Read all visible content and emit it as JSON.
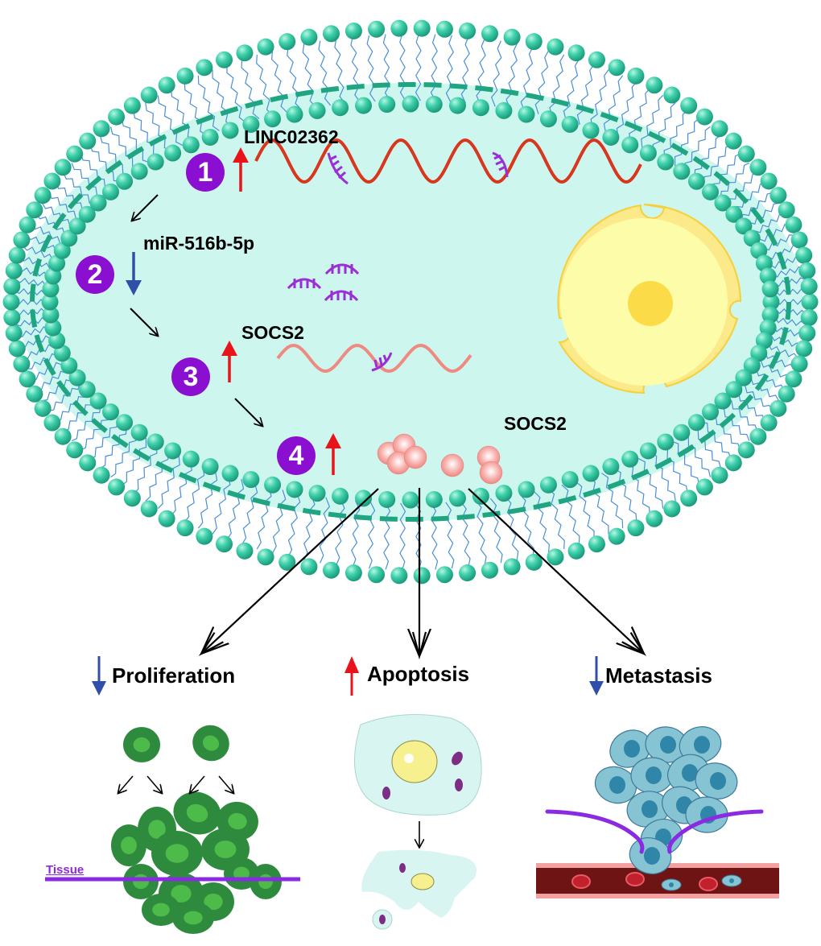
{
  "diagram": {
    "title": "",
    "colors": {
      "cell_fill": "#cdf7ee",
      "lipid_head": "#2fc9a1",
      "lipid_tail": "#4a8fd8",
      "step_badge": "#8b0fd1",
      "up_arrow": "#e8141a",
      "down_arrow": "#3050a8",
      "lncrna": "#d8361d",
      "mrna": "#ef8a80",
      "mirna": "#9b2fd6",
      "protein": "#f59a9a",
      "nucleus": "#fdf9a8",
      "nucleolus": "#fbdc48",
      "tissue_line": "#8a2be2"
    },
    "steps": [
      {
        "number": "1",
        "molecule": "LINC02362",
        "direction": "up"
      },
      {
        "number": "2",
        "molecule": "miR-516b-5p",
        "direction": "down"
      },
      {
        "number": "3",
        "molecule": "SOCS2",
        "direction": "up"
      },
      {
        "number": "4",
        "molecule": "SOCS2",
        "direction": "up"
      }
    ],
    "outcomes": [
      {
        "label": "Proliferation",
        "direction": "down"
      },
      {
        "label": "Apoptosis",
        "direction": "up"
      },
      {
        "label": "Metastasis",
        "direction": "down"
      }
    ],
    "tissue_label": "Tissue"
  }
}
